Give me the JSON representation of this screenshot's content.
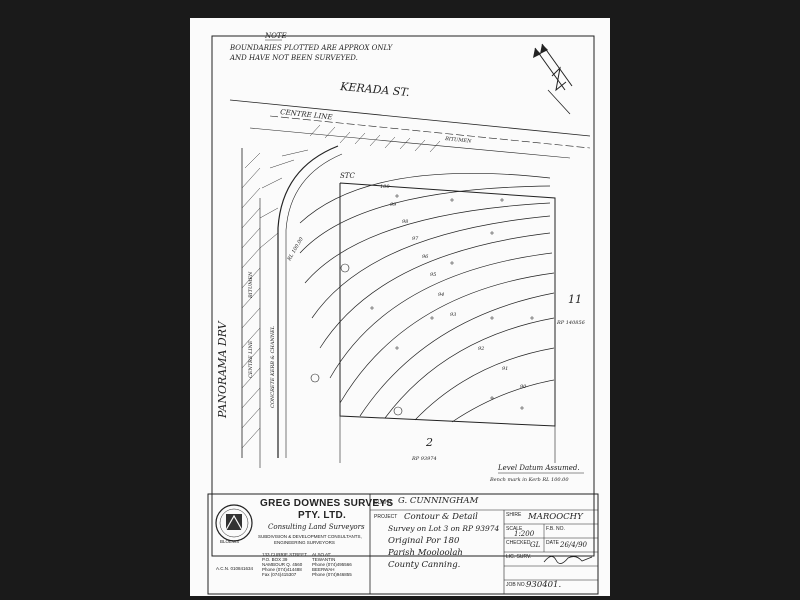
{
  "note": {
    "heading": "NOTE",
    "line1": "BOUNDARIES PLOTTED ARE APPROX ONLY",
    "line2": "AND HAVE NOT BEEN SURVEYED."
  },
  "streets": {
    "kerada": "KERADA ST.",
    "panorama": "PANORAMA DRV",
    "centre_line_top": "CENTRE LINE",
    "bitumen_top": "BITUMEN",
    "centre_line_left": "CENTRE LINE",
    "bitumen_left": "BITUMEN",
    "kerb": "CONCRETE KERB & CHANNEL"
  },
  "plan": {
    "lot_number": "2",
    "rp_number": "RP 93974",
    "neighbour_lot": "11",
    "neighbour_rp": "RP 140856",
    "datum_line1": "Level Datum Assumed.",
    "datum_line2": "Bench mark in Kerb RL 100.00",
    "corner_label": "STC",
    "rounded_label": "RL 100.00",
    "contours": [
      "100",
      "99",
      "98",
      "97",
      "96",
      "95",
      "94",
      "93",
      "92",
      "91",
      "90"
    ]
  },
  "firm": {
    "name1": "GREG DOWNES SURVEYS",
    "name2": "PTY. LTD.",
    "tagline": "Consulting Land Surveyors",
    "services1": "SUBDIVISION & DEVELOPMENT CONSULTANTS,",
    "services2": "ENGINEERING SURVEYORS",
    "acn": "A.C.N. 010841634",
    "address1": "133 CURRIE STREET",
    "address2": "P.O. BOX 39",
    "address3": "NAMBOUR Q. 4560",
    "phone1": "Phone (074)414488",
    "fax1": "Fax (074)415307",
    "also": "ALSO AT:",
    "town2": "TEWANTIN",
    "phone2": "Phone (074)495566",
    "town3": "BEERWAH",
    "phone3": "Phone (074)946855",
    "logo_text": "BLOEWS"
  },
  "title_block": {
    "client_label": "CLIENT",
    "client_value": "G. CUNNINGHAM",
    "project_label": "PROJECT",
    "project_line1": "Contour & Detail",
    "project_line2": "Survey on Lot 3 on RP 93974",
    "project_line3": "Original Por 180",
    "project_line4": "Parish Mooloolah",
    "project_line5": "County Canning.",
    "shire_label": "SHIRE",
    "shire_value": "MAROOCHY",
    "scale_label": "SCALE",
    "scale_value": "1:200",
    "fb_label": "F.B. No.",
    "checked_label": "CHECKED",
    "checked_value": "GL",
    "date_label": "DATE",
    "date_value": "26/4/90",
    "lic_label": "LIC. SURV.",
    "job_label": "JOB No.",
    "job_value": "930401."
  }
}
